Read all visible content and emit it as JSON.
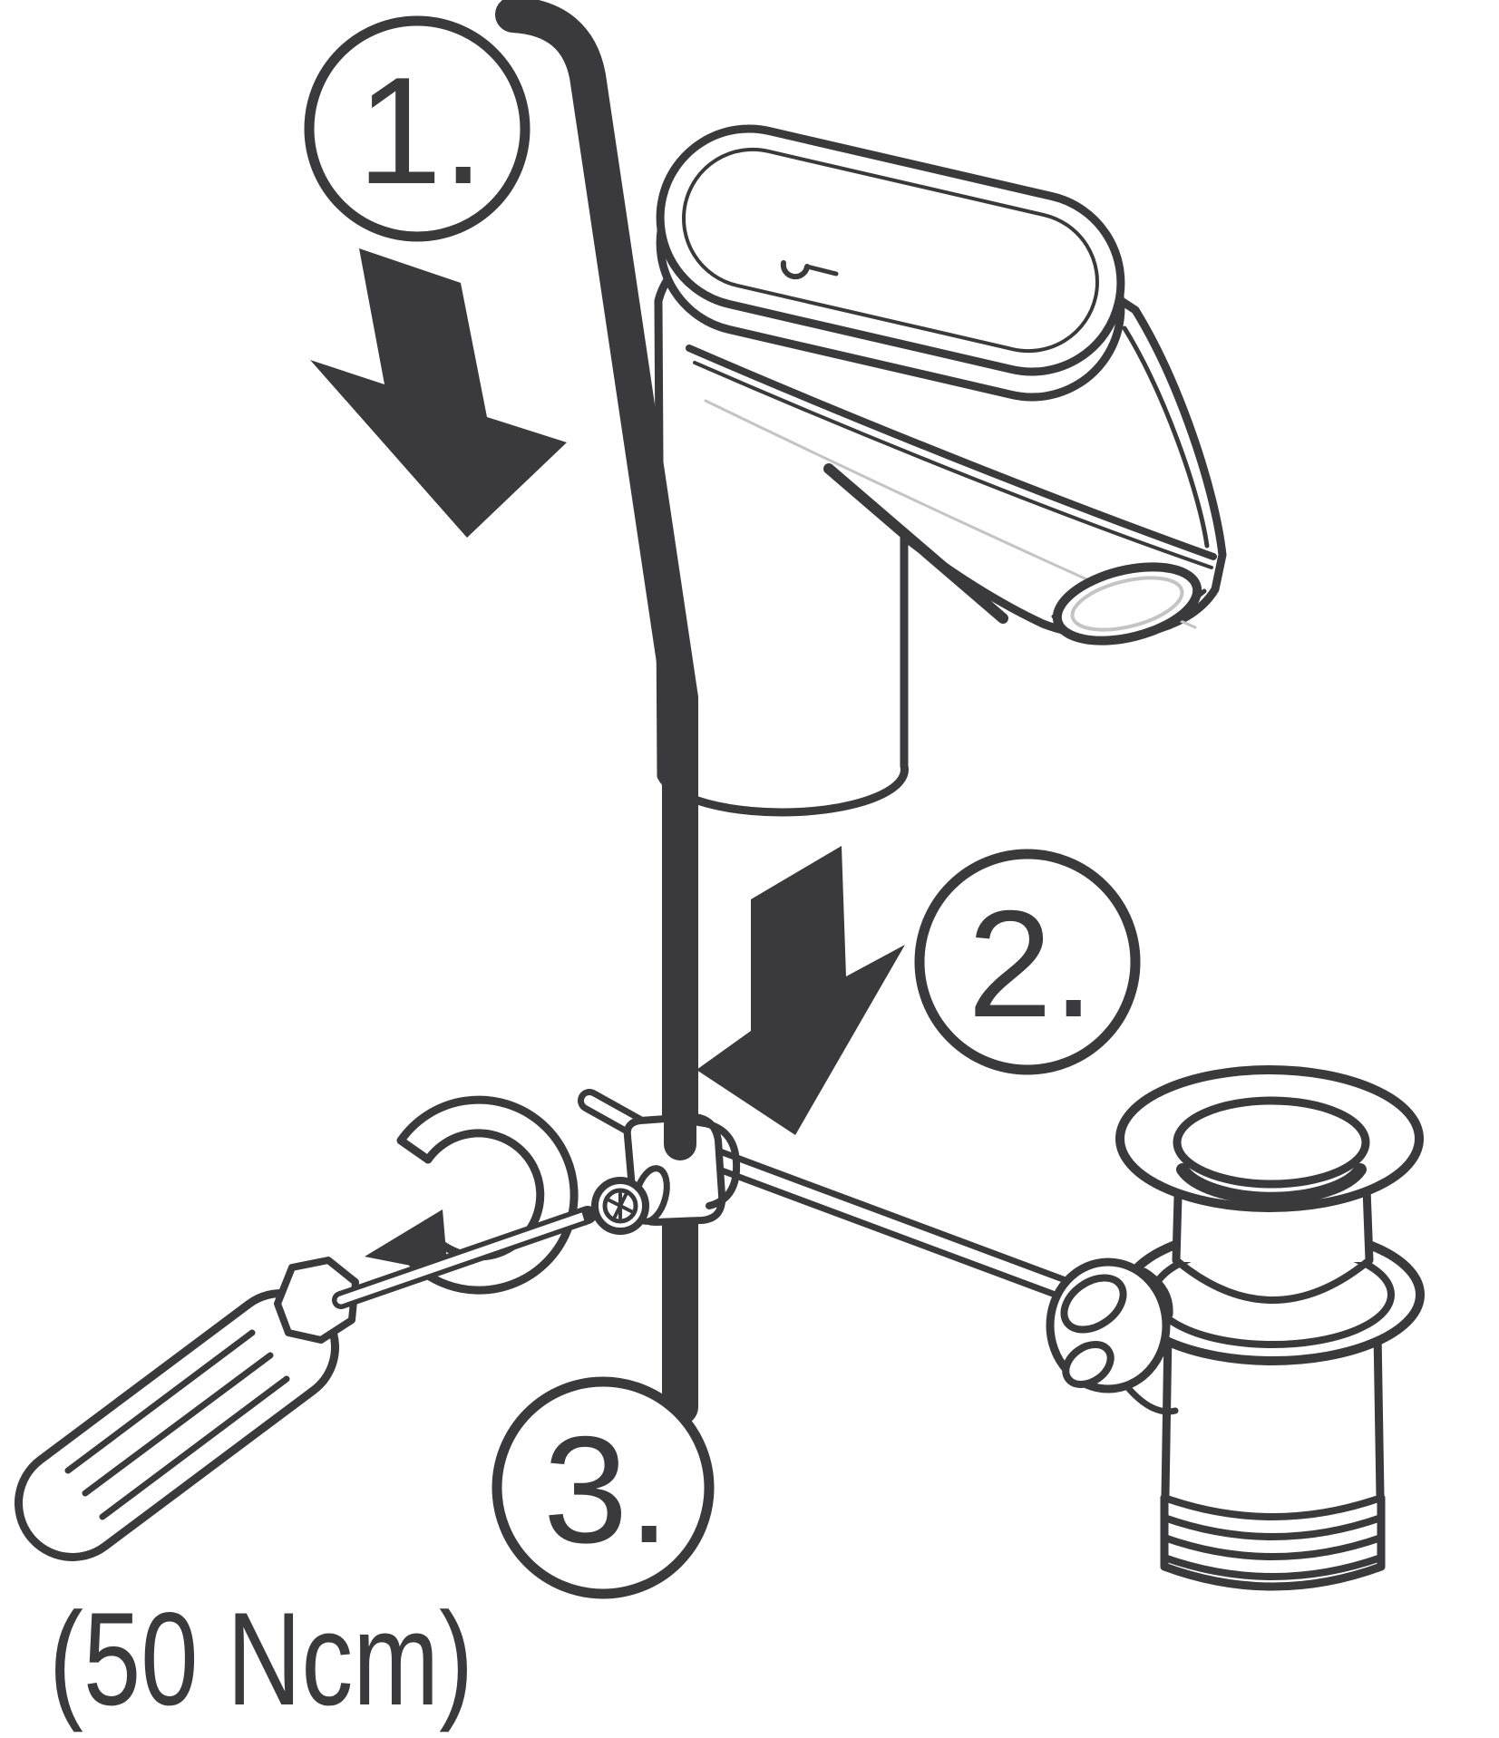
{
  "diagram": {
    "type": "installation-instruction",
    "subject": "single-hole basin faucet with pull-rod and pop-up drain waste set",
    "ink_color": "#3a3a3c",
    "background_color": "#ffffff",
    "steps": [
      {
        "label": "1.",
        "meaning": "insert pull rod down through faucet body"
      },
      {
        "label": "2.",
        "meaning": "push rod coupling down onto lever rod"
      },
      {
        "label": "3.",
        "meaning": "tighten coupling screw with screwdriver"
      }
    ],
    "torque_label": "(50 Ncm)",
    "parts": [
      "faucet",
      "pull-rod",
      "lever-rod",
      "coupling-clamp",
      "coupling-screw",
      "screwdriver",
      "rotation-arrow",
      "drain-assembly"
    ]
  }
}
